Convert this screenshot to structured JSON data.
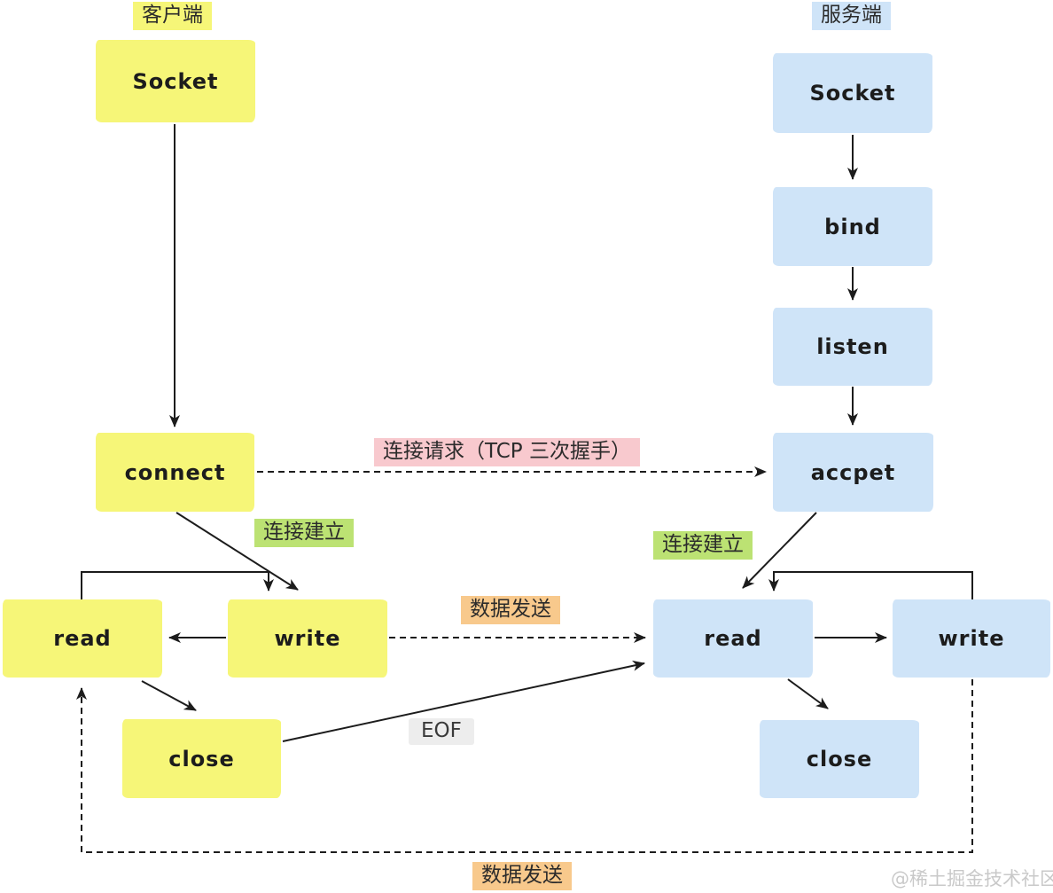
{
  "client": {
    "column_label": "客户端",
    "socket": "Socket",
    "connect": "connect",
    "read": "read",
    "write": "write",
    "close": "close"
  },
  "server": {
    "column_label": "服务端",
    "socket": "Socket",
    "bind": "bind",
    "listen": "listen",
    "accpet": "accpet",
    "read": "read",
    "write": "write",
    "close": "close"
  },
  "edge_labels": {
    "handshake": "连接请求（TCP 三次握手）",
    "established_left": "连接建立",
    "established_right": "连接建立",
    "data_send_top": "数据发送",
    "data_send_bottom": "数据发送",
    "eof": "EOF"
  },
  "watermark": "@稀土掘金技术社区",
  "colors": {
    "client_node_bg": "#f6f678",
    "server_node_bg": "#cfe4f8",
    "handshake_label_bg": "#f8c9ce",
    "established_label_bg": "#bce273",
    "data_send_label_bg": "#f8c98c",
    "eof_label_bg": "#ededed",
    "line_color": "#1c1c1c",
    "watermark_color": "#c9c9c9"
  },
  "arrows": [
    {
      "from": "client.socket",
      "to": "client.connect",
      "style": "solid"
    },
    {
      "from": "server.socket",
      "to": "server.bind",
      "style": "solid"
    },
    {
      "from": "server.bind",
      "to": "server.listen",
      "style": "solid"
    },
    {
      "from": "server.listen",
      "to": "server.accpet",
      "style": "solid"
    },
    {
      "from": "client.connect",
      "to": "server.accpet",
      "style": "dashed",
      "label": "连接请求（TCP 三次握手）"
    },
    {
      "from": "client.connect",
      "to": "client.write",
      "style": "solid",
      "label": "连接建立"
    },
    {
      "from": "client.read",
      "to": "client.write",
      "style": "solid"
    },
    {
      "from": "client.write",
      "to": "client.read",
      "style": "solid"
    },
    {
      "from": "client.read",
      "to": "client.close",
      "style": "solid"
    },
    {
      "from": "client.write",
      "to": "server.read",
      "style": "dashed",
      "label": "数据发送"
    },
    {
      "from": "client.close",
      "to": "server.read",
      "style": "solid",
      "label": "EOF"
    },
    {
      "from": "server.accpet",
      "to": "server.read",
      "style": "solid",
      "label": "连接建立"
    },
    {
      "from": "server.read",
      "to": "server.write",
      "style": "solid"
    },
    {
      "from": "server.write",
      "to": "server.read",
      "style": "solid"
    },
    {
      "from": "server.read",
      "to": "server.close",
      "style": "solid"
    },
    {
      "from": "server.write",
      "to": "client.read",
      "style": "dashed",
      "label": "数据发送"
    }
  ]
}
